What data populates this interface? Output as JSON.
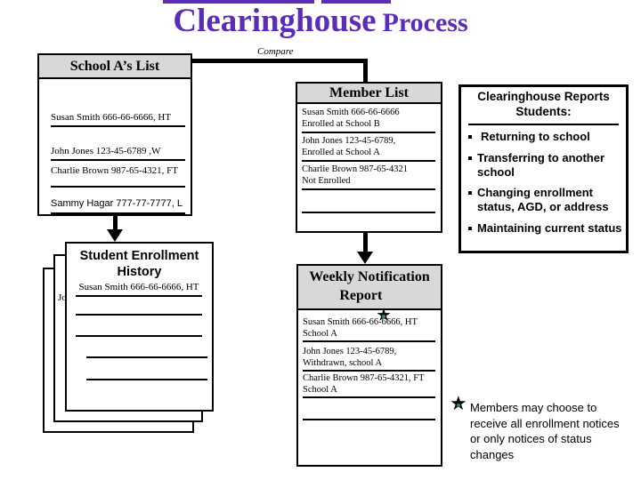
{
  "colors": {
    "title_purple": "#5B2CB8",
    "header_gray": "#D8D8D8",
    "star_green": "#2F8A68",
    "border_black": "#000000"
  },
  "icons": {
    "star": "★"
  },
  "title": {
    "word1": "Clearinghouse",
    "word2": "Process"
  },
  "compare_label": "Compare",
  "school_a_list": {
    "header": "School A’s List",
    "entries": [
      {
        "text": "Susan Smith 666-66-6666, HT"
      },
      {
        "text": "John Jones 123-45-6789 ,W"
      },
      {
        "text": "Charlie Brown 987-65-4321, FT"
      },
      {
        "text": "Sammy Hagar 777-77-7777, L"
      }
    ]
  },
  "member_list": {
    "header": "Member List",
    "entries": [
      {
        "line1": "Susan Smith 666-66-6666",
        "line2": "Enrolled at School B"
      },
      {
        "line1": "John Jones 123-45-6789,",
        "line2": "Enrolled at School A"
      },
      {
        "line1": "Charlie Brown 987-65-4321",
        "line2": "Not Enrolled"
      }
    ]
  },
  "clearinghouse_reports": {
    "title_line1": "Clearinghouse Reports",
    "title_line2": "Students:",
    "bullets": [
      "Returning to school",
      "Transferring to another school",
      "Changing enrollment status, AGD, or address",
      "Maintaining current status"
    ]
  },
  "student_enrollment_history": {
    "title": "Student Enrollment History",
    "entry": "Susan Smith 666-66-6666, HT",
    "back_page_partial": "Jo"
  },
  "weekly_notification_report": {
    "header_line1": "Weekly Notification",
    "header_line2": "Report",
    "entries": [
      {
        "line1": "Susan Smith 666-66-6666, HT",
        "line2": "School A"
      },
      {
        "line1": "John Jones 123-45-6789,",
        "line2": "Withdrawn, school A"
      },
      {
        "line1": "Charlie Brown 987-65-4321, FT",
        "line2": "School A"
      }
    ]
  },
  "members_note": "Members may choose to receive all enrollment notices or only notices of status changes"
}
